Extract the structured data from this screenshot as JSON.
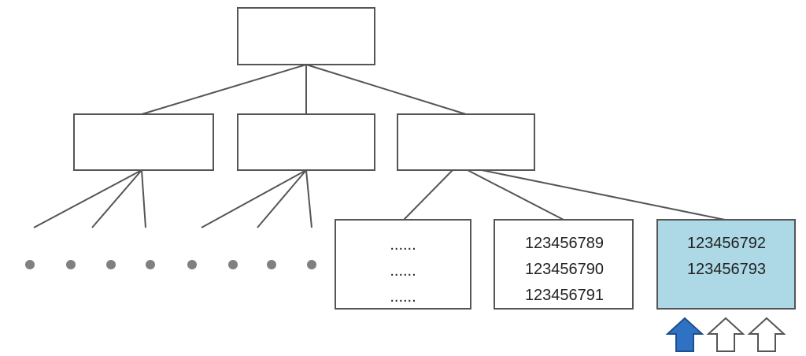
{
  "leaves": {
    "ellipsis_leaf": {
      "lines": [
        "......",
        "......",
        "......"
      ]
    },
    "middle_leaf": {
      "lines": [
        "123456789",
        "123456790",
        "123456791"
      ]
    },
    "highlighted_leaf": {
      "lines": [
        "123456792",
        "123456793"
      ]
    }
  },
  "colors": {
    "highlight_fill": "#add8e6",
    "active_arrow": "#2f72c4",
    "line": "#555555",
    "dot": "#808080"
  },
  "cursor": {
    "arrow_count": 3,
    "active_index": 0
  }
}
